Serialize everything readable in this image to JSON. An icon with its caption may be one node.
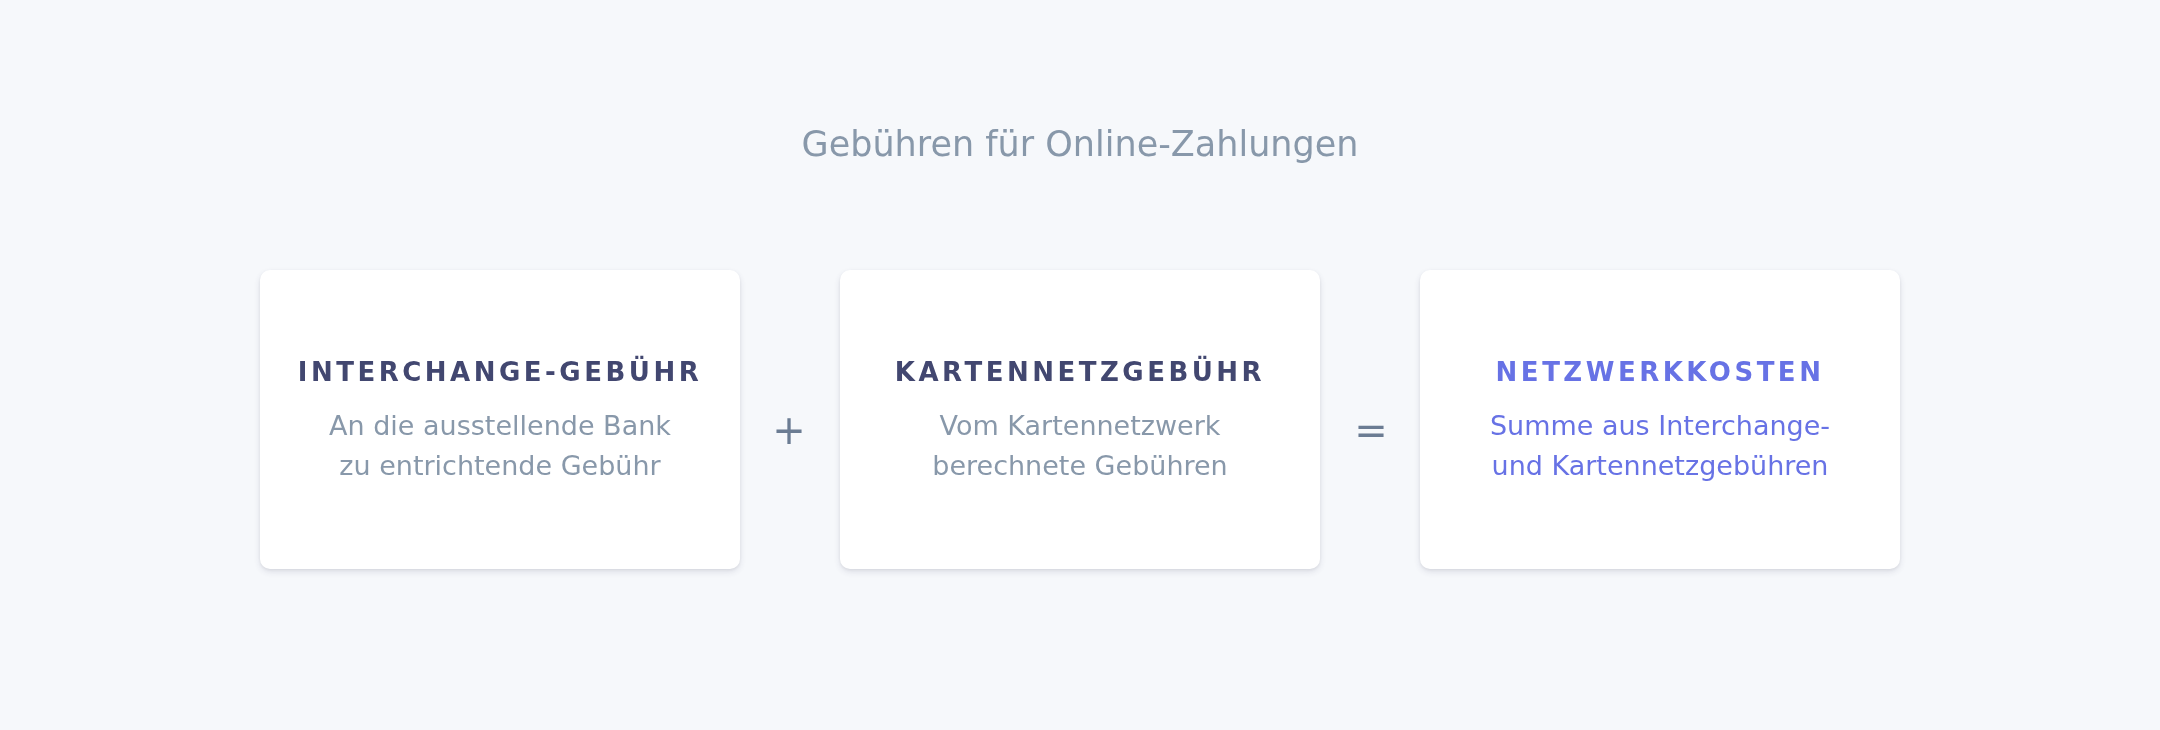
{
  "diagram": {
    "title": "Gebühren für Online-Zahlungen",
    "nodes": [
      {
        "text": [
          "INTERCHANGE-GEBÜHR",
          "An die ausstellende Bank zu entrichtende Gebühr"
        ]
      },
      {
        "text": [
          "KARTENNETZGEBÜHR",
          "Vom Kartennetzwerk berechnete Gebühren"
        ]
      },
      {
        "text": [
          "NETZWERKKOSTEN",
          "Summe aus Interchange- und Kartennetzgebühren"
        ]
      }
    ],
    "labels": [
      "+",
      "="
    ]
  }
}
